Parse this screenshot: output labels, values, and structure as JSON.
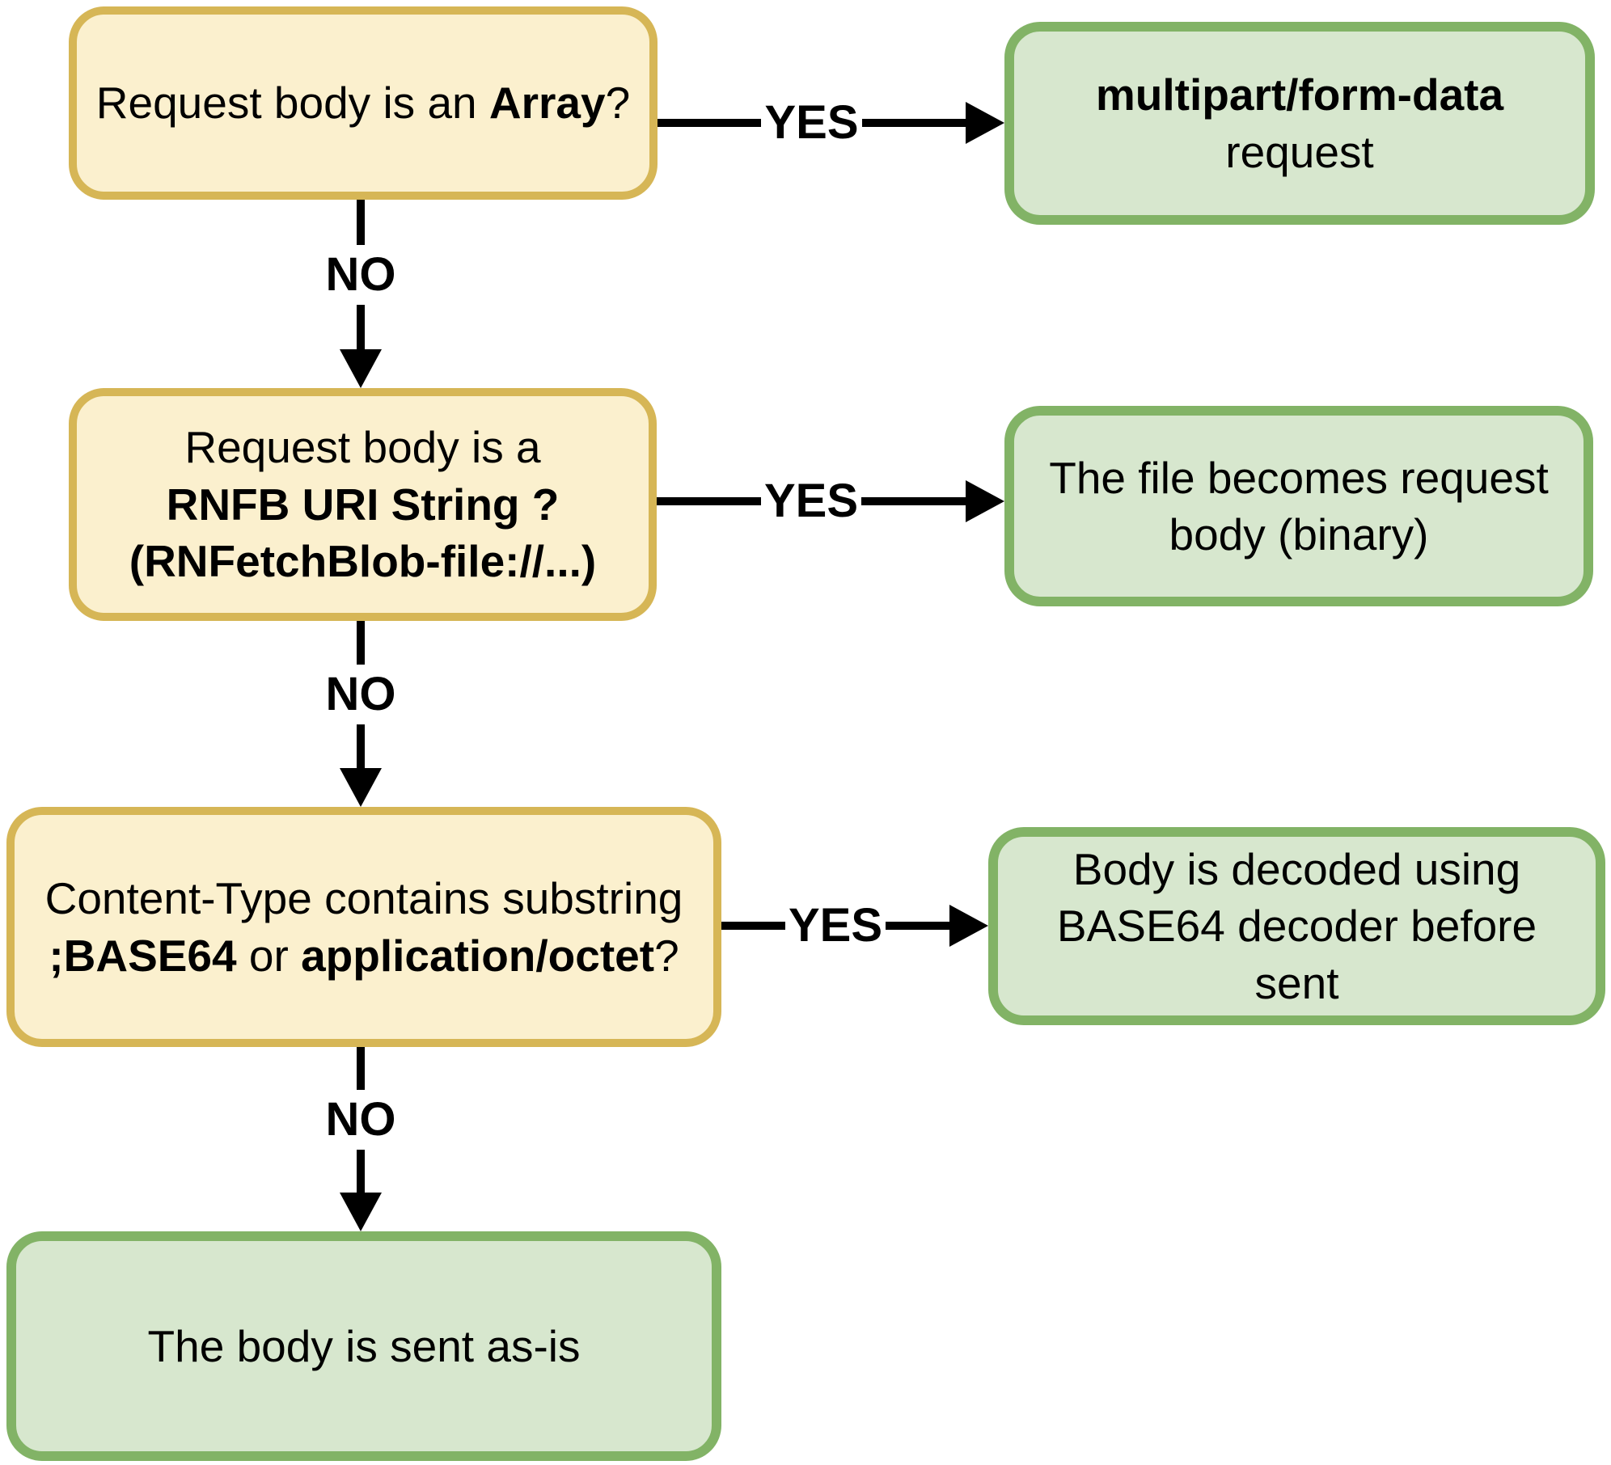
{
  "diagram": {
    "background": "#ffffff",
    "colors": {
      "question_fill": "#FBF0CE",
      "question_border": "#D6B656",
      "result_fill": "#D7E7CE",
      "result_border": "#82B366",
      "arrow_color": "#000000",
      "text_color": "#000000"
    },
    "nodes": {
      "q_array": {
        "pre": "Request body is an ",
        "bold": "Array",
        "post": "?"
      },
      "r_multipart": {
        "line1": "multipart/form-data",
        "line2": "request"
      },
      "q_uri": {
        "line1": "Request body is a",
        "line2": "RNFB URI String ?",
        "line3": "(RNFetchBlob-file://...)"
      },
      "r_file": {
        "line1": "The file becomes request",
        "line2": "body (binary)"
      },
      "q_base64": {
        "line1": "Content-Type contains substring",
        "bold1": ";BASE64",
        "mid": " or ",
        "bold2": "application/octet",
        "post": "?"
      },
      "r_base64": {
        "line1": "Body is decoded using",
        "line2": "BASE64 decoder before sent"
      },
      "r_asis": {
        "line1": "The body is sent as-is"
      }
    },
    "edges": {
      "yes1": "YES",
      "no1": "NO",
      "yes2": "YES",
      "no2": "NO",
      "yes3": "YES",
      "no3": "NO"
    }
  }
}
